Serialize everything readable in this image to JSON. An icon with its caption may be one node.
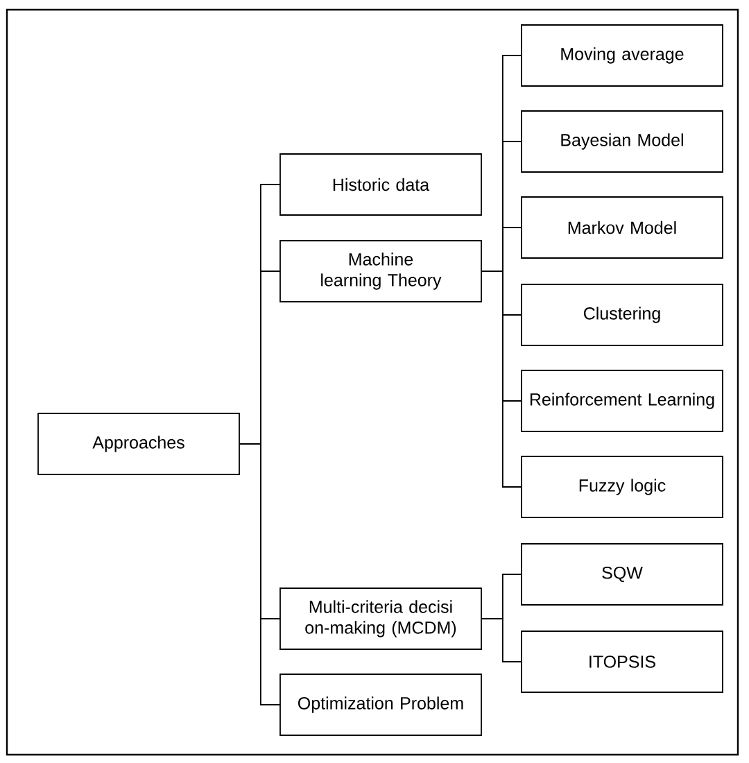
{
  "diagram": {
    "nodes": [
      {
        "text": [
          "Approaches"
        ]
      },
      {
        "text": [
          "Historic data"
        ]
      },
      {
        "text": [
          "Machine learning Theory"
        ]
      },
      {
        "text": [
          "Multi-criteria decisi on-making (MCDM)"
        ]
      },
      {
        "text": [
          "Optimization Problem"
        ]
      },
      {
        "text": [
          "Moving average"
        ]
      },
      {
        "text": [
          "Bayesian Model"
        ]
      },
      {
        "text": [
          "Markov Model"
        ]
      },
      {
        "text": [
          "Clustering"
        ]
      },
      {
        "text": [
          "Reinforcement Learning"
        ]
      },
      {
        "text": [
          "Fuzzy logic"
        ]
      },
      {
        "text": [
          "SQW"
        ]
      },
      {
        "text": [
          "ITOPSIS"
        ]
      }
    ],
    "edges": [
      {
        "from": 0,
        "to": 1,
        "arrow": "none"
      },
      {
        "from": 0,
        "to": 2,
        "arrow": "none"
      },
      {
        "from": 0,
        "to": 3,
        "arrow": "none"
      },
      {
        "from": 0,
        "to": 4,
        "arrow": "none"
      },
      {
        "from": 2,
        "to": 5,
        "arrow": "none"
      },
      {
        "from": 2,
        "to": 6,
        "arrow": "none"
      },
      {
        "from": 2,
        "to": 7,
        "arrow": "none"
      },
      {
        "from": 2,
        "to": 8,
        "arrow": "none"
      },
      {
        "from": 2,
        "to": 9,
        "arrow": "none"
      },
      {
        "from": 2,
        "to": 10,
        "arrow": "none"
      },
      {
        "from": 3,
        "to": 11,
        "arrow": "none"
      },
      {
        "from": 3,
        "to": 12,
        "arrow": "none"
      }
    ]
  }
}
